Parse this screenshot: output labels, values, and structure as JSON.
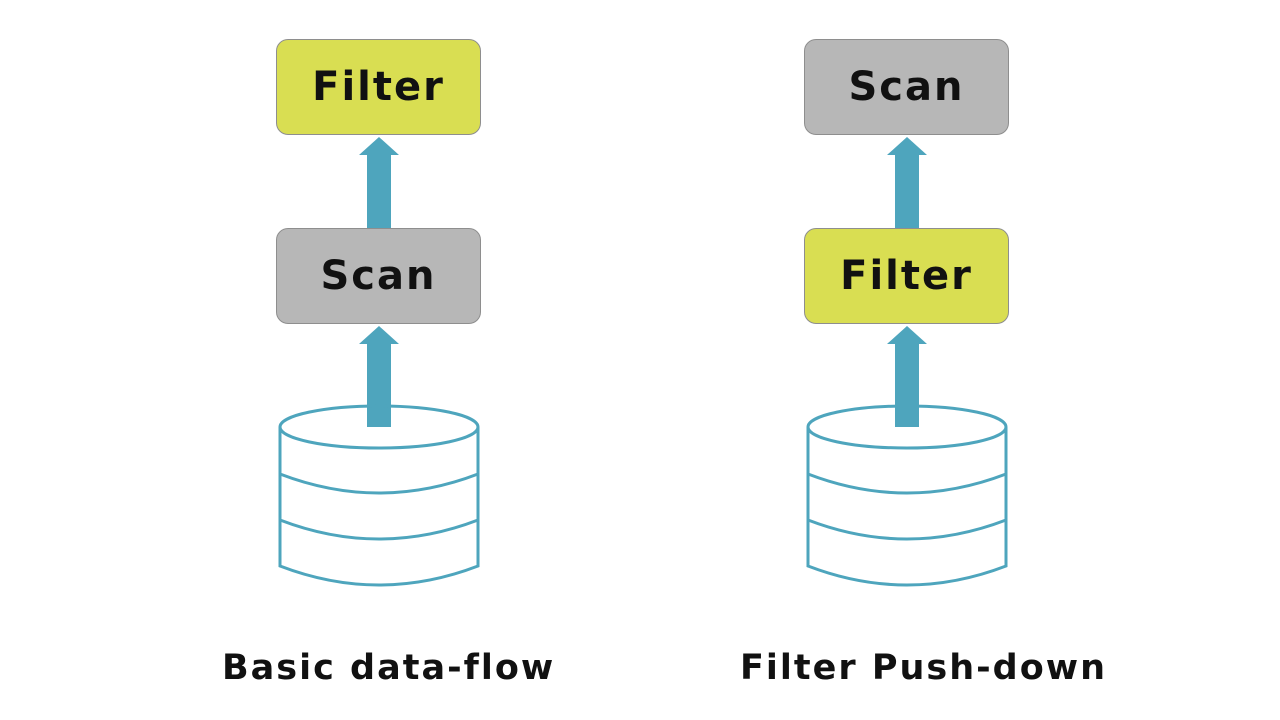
{
  "colors": {
    "filter": "#d9de52",
    "scan": "#b7b7b7",
    "arrow": "#4ea5bd",
    "cylinder": "#4ea5bd"
  },
  "diagrams": [
    {
      "caption": "Basic data-flow",
      "top_box": {
        "label": "Filter",
        "kind": "filter"
      },
      "bottom_box": {
        "label": "Scan",
        "kind": "scan"
      },
      "source": "database-cylinder"
    },
    {
      "caption": "Filter Push-down",
      "top_box": {
        "label": "Scan",
        "kind": "scan"
      },
      "bottom_box": {
        "label": "Filter",
        "kind": "filter"
      },
      "source": "database-cylinder"
    }
  ]
}
